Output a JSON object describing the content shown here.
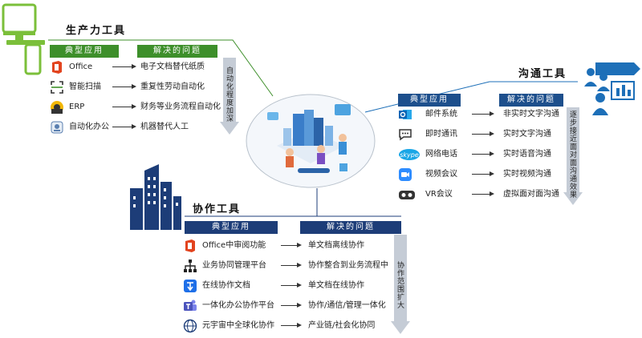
{
  "productivity": {
    "title": "生产力工具",
    "col_app": "典型应用",
    "col_problem": "解决的问题",
    "side_label": "自动化程度加深",
    "rows": [
      {
        "icon": "office-icon",
        "app": "Office",
        "problem": "电子文档替代纸质"
      },
      {
        "icon": "smart-scan-icon",
        "app": "智能扫描",
        "problem": "重复性劳动自动化"
      },
      {
        "icon": "erp-icon",
        "app": "ERP",
        "problem": "财务等业务流程自动化"
      },
      {
        "icon": "automated-office-icon",
        "app": "自动化办公",
        "problem": "机器替代人工"
      }
    ]
  },
  "communication": {
    "title": "沟通工具",
    "col_app": "典型应用",
    "col_problem": "解决的问题",
    "side_label": "逐步接近面对面沟通效果",
    "rows": [
      {
        "icon": "outlook-mail-icon",
        "app": "邮件系统",
        "problem": "非实时文字沟通"
      },
      {
        "icon": "instant-message-icon",
        "app": "即时通讯",
        "problem": "实时文字沟通"
      },
      {
        "icon": "skype-icon",
        "app": "网络电话",
        "problem": "实时语音沟通"
      },
      {
        "icon": "video-meeting-icon",
        "app": "视频会议",
        "problem": "实时视频沟通"
      },
      {
        "icon": "vr-headset-icon",
        "app": "VR会议",
        "problem": "虚拟面对面沟通"
      }
    ]
  },
  "collaboration": {
    "title": "协作工具",
    "col_app": "典型应用",
    "col_problem": "解决的问题",
    "side_label": "协作范围扩大",
    "rows": [
      {
        "icon": "office-review-icon",
        "app": "Office中审阅功能",
        "problem": "单文档离线协作"
      },
      {
        "icon": "org-chart-icon",
        "app": "业务协同管理平台",
        "problem": "协作整合到业务流程中"
      },
      {
        "icon": "online-doc-icon",
        "app": "在线协作文档",
        "problem": "单文档在线协作"
      },
      {
        "icon": "teams-icon",
        "app": "一体化办公协作平台",
        "problem": "协作/通信/管理一体化"
      },
      {
        "icon": "metaverse-globe-icon",
        "app": "元宇宙中全球化协作",
        "problem": "产业链/社会化协同"
      }
    ]
  },
  "colors": {
    "productivity_accent": "#3d8f2a",
    "communication_accent": "#1d4f8c",
    "collaboration_accent": "#1d3d78",
    "arrow_fill": "#c5ccd6"
  }
}
